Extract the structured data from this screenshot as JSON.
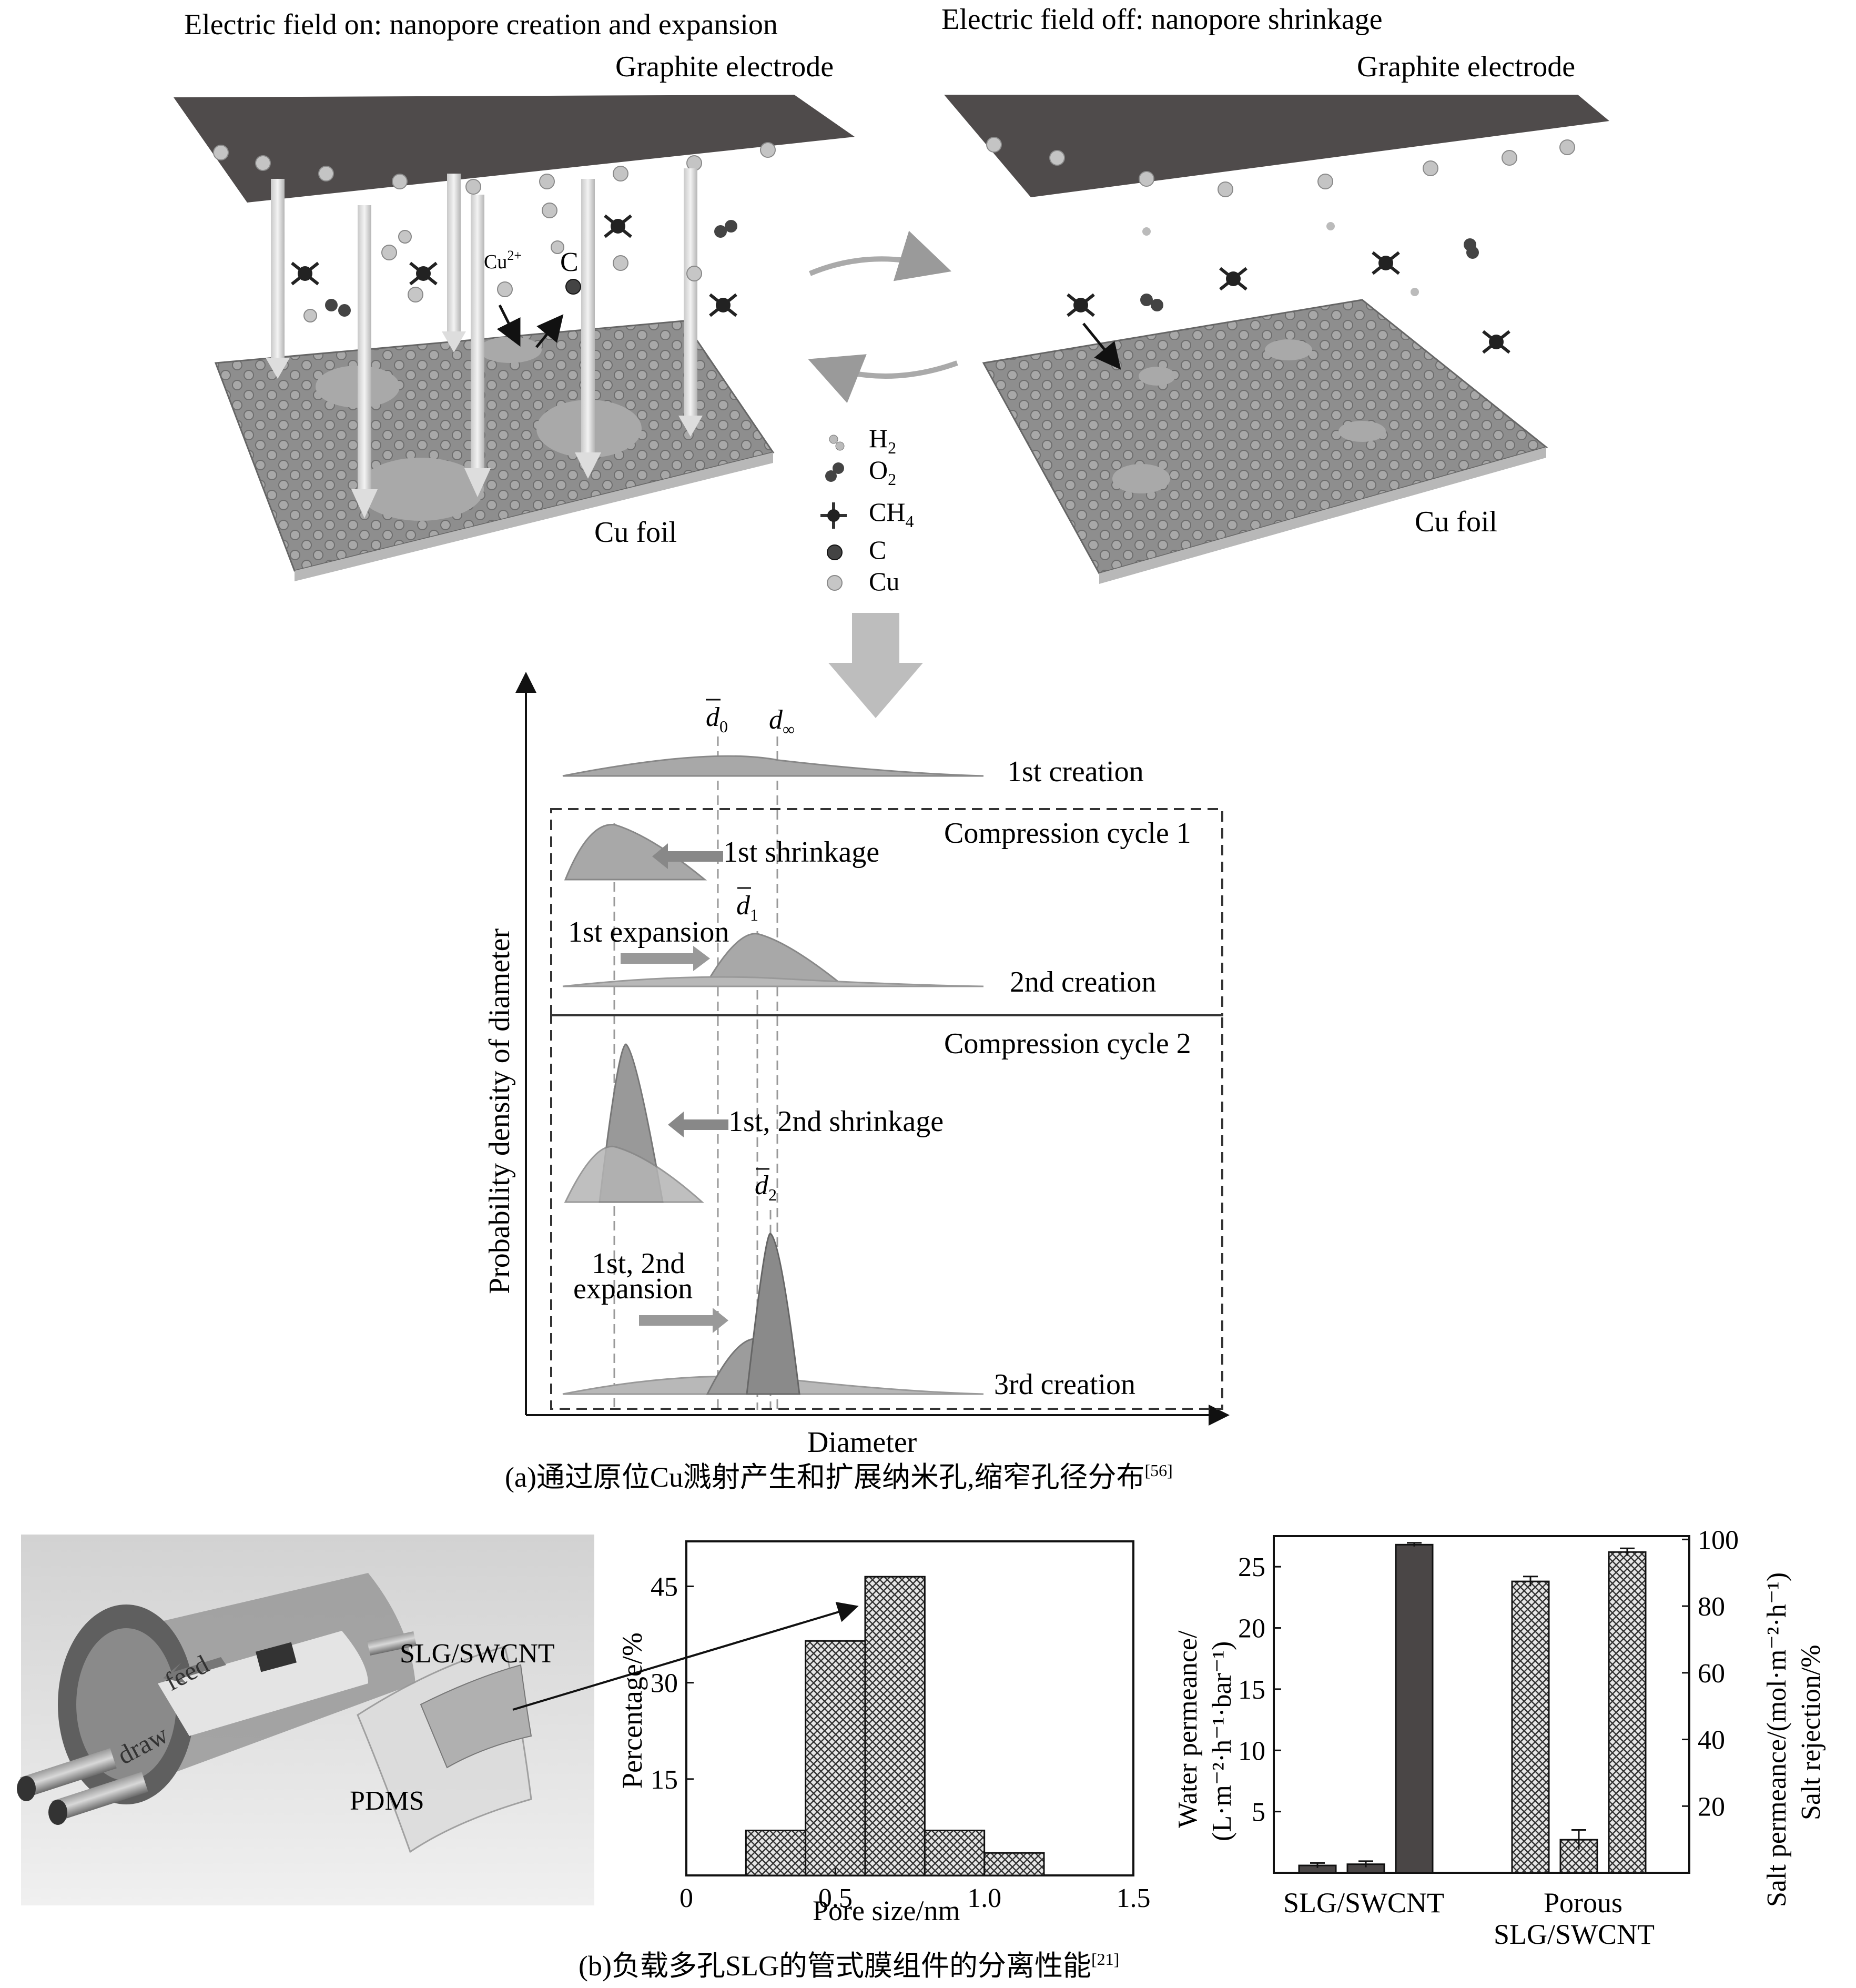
{
  "panel_a": {
    "title_on": "Electric field on: nanopore creation and expansion",
    "title_off": "Electric field off: nanopore shrinkage",
    "electrode_label": "Graphite electrode",
    "foil_label": "Cu foil",
    "cu_ion_label": "Cu",
    "cu_ion_sup": "2+",
    "carbon_label": "C",
    "legend": [
      {
        "symbol": "H",
        "sub": "2",
        "kind": "h2"
      },
      {
        "symbol": "O",
        "sub": "2",
        "kind": "o2"
      },
      {
        "symbol": "CH",
        "sub": "4",
        "kind": "ch4"
      },
      {
        "symbol": "C",
        "sub": "",
        "kind": "c"
      },
      {
        "symbol": "Cu",
        "sub": "",
        "kind": "cu"
      }
    ],
    "distribution": {
      "ylabel": "Probability density of diameter",
      "xlabel": "Diameter",
      "d0": "d",
      "d0_sub": "0",
      "dinf": "d",
      "dinf_sub": "∞",
      "d1_sub": "1",
      "d2_sub": "2",
      "row_1st_creation": "1st creation",
      "cycle1": "Compression cycle 1",
      "row_1st_shrinkage": "1st shrinkage",
      "row_1st_expansion": "1st expansion",
      "row_2nd_creation": "2nd creation",
      "cycle2": "Compression cycle 2",
      "row_12_shrinkage": "1st, 2nd shrinkage",
      "row_12_expansion_l1": "1st, 2nd",
      "row_12_expansion_l2": "expansion",
      "row_3rd_creation": "3rd creation"
    },
    "caption": "(a)通过原位Cu溅射产生和扩展纳米孔,缩窄孔径分布",
    "caption_ref": "[56]"
  },
  "panel_b": {
    "module": {
      "feed": "feed",
      "draw": "draw",
      "membrane": "SLG/SWCNT",
      "support": "PDMS"
    },
    "caption": "(b)负载多孔SLG的管式膜组件的分离性能",
    "caption_ref": "[21]"
  },
  "chart_data": [
    {
      "type": "bar",
      "xlabel": "Pore size/nm",
      "ylabel": "Percentage/%",
      "xlim": [
        0,
        1.5
      ],
      "ylim": [
        0,
        52
      ],
      "xticks": [
        "0",
        "0.5",
        "1.0",
        "1.5"
      ],
      "yticks": [
        "15",
        "30",
        "45"
      ],
      "bins": [
        {
          "from": 0.2,
          "to": 0.4,
          "value": 7
        },
        {
          "from": 0.4,
          "to": 0.6,
          "value": 36.5
        },
        {
          "from": 0.6,
          "to": 0.8,
          "value": 46.5
        },
        {
          "from": 0.8,
          "to": 1.0,
          "value": 7
        },
        {
          "from": 1.0,
          "to": 1.2,
          "value": 3.5
        }
      ],
      "grid": false
    },
    {
      "type": "bar",
      "categories": [
        "SLG/SWCNT",
        "Porous\nSLG/SWCNT"
      ],
      "category_lines": [
        [
          "SLG/SWCNT"
        ],
        [
          "Porous",
          "SLG/SWCNT"
        ]
      ],
      "ylabel_left": "Water permeance/(L·m⁻²·h⁻¹·bar⁻¹)",
      "ylabel_left_l1": "Water permeance/",
      "ylabel_left_l2": "(L·m⁻²·h⁻¹·bar⁻¹)",
      "ylabel_right": "Salt permeance/(mol·m⁻²·h⁻¹) Salt rejection/%",
      "ylabel_right_l1": "Salt permeance/(mol·m⁻²·h⁻¹)",
      "ylabel_right_l2": "Salt rejection/%",
      "ylim_left": [
        0,
        27.5
      ],
      "ylim_right": [
        0,
        101
      ],
      "yticks_left": [
        "5",
        "10",
        "15",
        "20",
        "25"
      ],
      "yticks_right": [
        "20",
        "40",
        "60",
        "80",
        "100"
      ],
      "series": [
        {
          "category": 0,
          "axis": "left",
          "value": 0.6,
          "err": 0.2,
          "fill": "solid"
        },
        {
          "category": 0,
          "axis": "left",
          "value": 0.7,
          "err": 0.25,
          "fill": "solid"
        },
        {
          "category": 0,
          "axis": "left",
          "value": 26.8,
          "err": 0.15,
          "fill": "solid"
        },
        {
          "category": 1,
          "axis": "left",
          "value": 23.8,
          "err": 0.4,
          "fill": "hatched"
        },
        {
          "category": 1,
          "axis": "left",
          "value": 2.7,
          "err": 0.8,
          "fill": "hatched"
        },
        {
          "category": 1,
          "axis": "left",
          "value": 26.2,
          "err": 0.3,
          "fill": "hatched"
        }
      ],
      "grid": false
    }
  ]
}
